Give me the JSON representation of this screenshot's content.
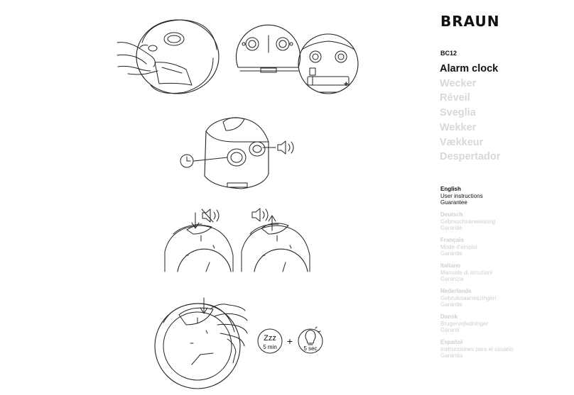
{
  "brand": {
    "name": "BRAUN"
  },
  "product": {
    "model": "BC12",
    "titles": [
      "Alarm clock",
      "Wecker",
      "Réveil",
      "Sveglia",
      "Wekker",
      "Vækkeur",
      "Despertador"
    ]
  },
  "languages": [
    {
      "name": "English",
      "doc1": "User instructions",
      "doc2": "Guarantee"
    },
    {
      "name": "Deutsch",
      "doc1": "Gebrauchsanweisung",
      "doc2": "Garantie"
    },
    {
      "name": "Français",
      "doc1": "Mode d'emploi",
      "doc2": "Garantie"
    },
    {
      "name": "Italiano",
      "doc1": "Manuale di istruzioni",
      "doc2": "Garanzia"
    },
    {
      "name": "Nederlands",
      "doc1": "Gebruiksaanwijzingen",
      "doc2": "Garantie"
    },
    {
      "name": "Dansk",
      "doc1": "Brugervejledninger",
      "doc2": "Garanti"
    },
    {
      "name": "Español",
      "doc1": "Instrucciones para el usuario",
      "doc2": "Garantía"
    }
  ],
  "illustration": {
    "battery_plus": "+",
    "snooze_text": "Zzz",
    "snooze_duration": "5 min",
    "light_duration": "5 sec",
    "plus_sign": "+"
  }
}
